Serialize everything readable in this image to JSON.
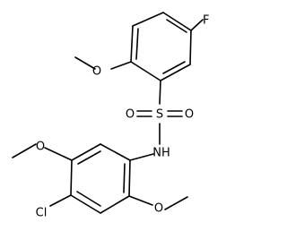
{
  "atom_labels": {
    "fluorine": "F",
    "methoxy_oxygen_top": "O",
    "sulfonyl_oxygen_left": "O",
    "sulfur": "S",
    "sulfonyl_oxygen_right": "O",
    "amine": "NH",
    "methoxy_oxygen_left": "O",
    "chlorine": "Cl",
    "methoxy_oxygen_bottom": "O"
  },
  "colors": {
    "bond": "#000000",
    "label": "#000000",
    "background": "#ffffff"
  }
}
